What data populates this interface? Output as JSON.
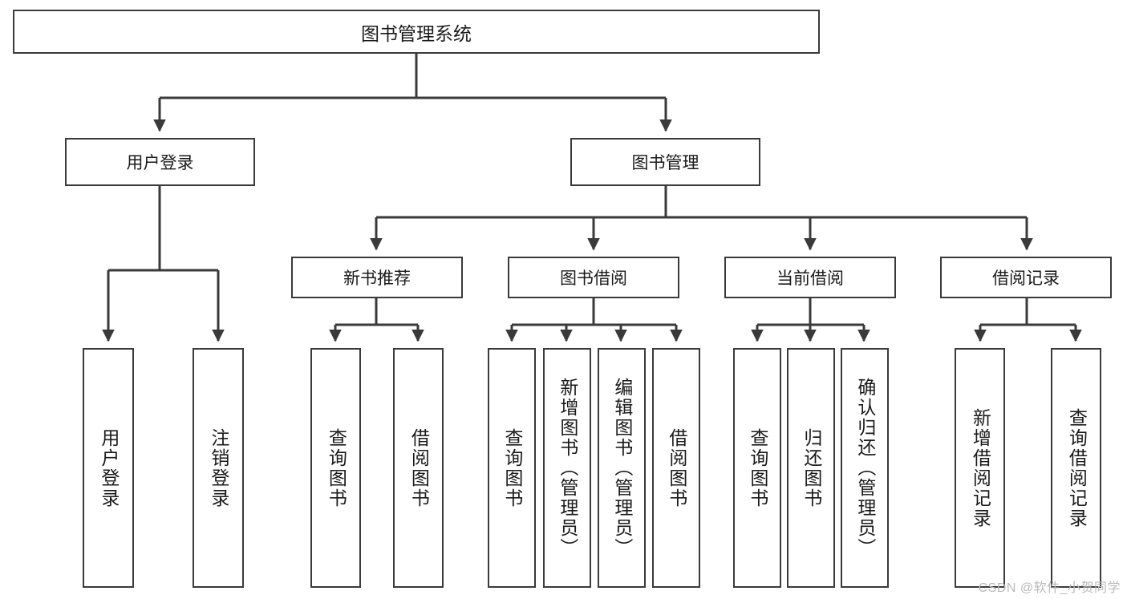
{
  "diagram": {
    "title": "图书管理系统",
    "root": {
      "label": "图书管理系统"
    },
    "level2": [
      {
        "label": "用户登录"
      },
      {
        "label": "图书管理"
      }
    ],
    "level3": [
      {
        "label": "新书推荐"
      },
      {
        "label": "图书借阅"
      },
      {
        "label": "当前借阅"
      },
      {
        "label": "借阅记录"
      }
    ],
    "leaves": [
      {
        "label": "用户登录"
      },
      {
        "label": "注销登录"
      },
      {
        "label": "查询图书"
      },
      {
        "label": "借阅图书"
      },
      {
        "label": "查询图书"
      },
      {
        "label": "新增图书（管理员）"
      },
      {
        "label": "编辑图书（管理员）"
      },
      {
        "label": "借阅图书"
      },
      {
        "label": "查询图书"
      },
      {
        "label": "归还图书"
      },
      {
        "label": "确认归还（管理员）"
      },
      {
        "label": "新增借阅记录"
      },
      {
        "label": "查询借阅记录"
      }
    ]
  },
  "watermark": {
    "text": "CSDN @软件_小贺同学"
  },
  "colors": {
    "stroke": "#3a3a3a",
    "text": "#1a1a1a",
    "background": "#ffffff",
    "watermark": "#b9b9b9"
  }
}
